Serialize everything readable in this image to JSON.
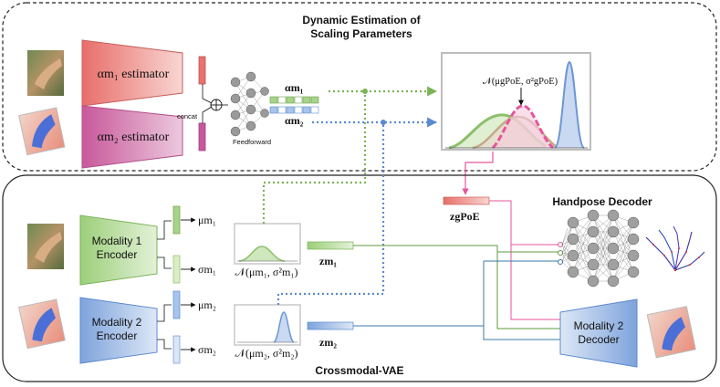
{
  "top_panel": {
    "title_line1": "Dynamic Estimation of",
    "title_line2": "Scaling Parameters",
    "alpha1_label": "αm₁ estimator",
    "alpha2_label": "αm₂ estimator",
    "concat": "concat",
    "feedforward": "Feedforward",
    "alpha_m1": "αm₁",
    "alpha_m2": "αm₂",
    "poe_formula": "𝒩(μgPoE, σ²gPoE)"
  },
  "bottom_panel": {
    "title": "Crossmodal-VAE",
    "encoder1_line1": "Modality 1",
    "encoder1_line2": "Encoder",
    "encoder2_line1": "Modality 2",
    "encoder2_line2": "Encoder",
    "mu_m1": "μm₁",
    "sigma_m1": "σm₁",
    "mu_m2": "μm₂",
    "sigma_m2": "σm₂",
    "dist_m1": "𝒩(μm₁, σ²m₁)",
    "dist_m2": "𝒩(μm₂, σ²m₂)",
    "z_m1": "zm₁",
    "z_m2": "zm₂",
    "z_gpoe": "zgPoE",
    "handpose_decoder": "Handpose Decoder",
    "decoder2_line1": "Modality 2",
    "decoder2_line2": "Decoder"
  },
  "colors": {
    "red": "#e8736e",
    "pink": "#e7559b",
    "purple": "#c8589a",
    "green": "#8cc06b",
    "blue": "#6d97d4",
    "dark": "#333333"
  }
}
